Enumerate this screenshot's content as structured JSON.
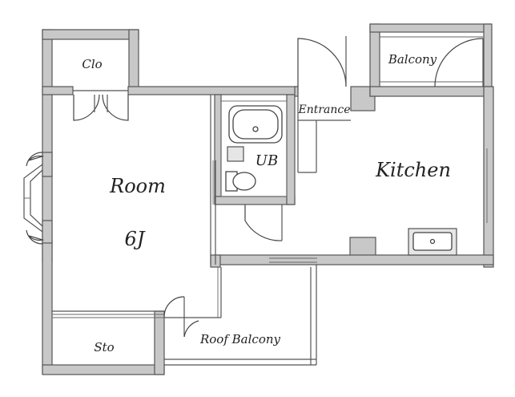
{
  "floorplan": {
    "labels": {
      "closet": "Clo",
      "room": "Room",
      "room_size": "6J",
      "storage": "Sto",
      "roof_balcony": "Roof Balcony",
      "unit_bath": "UB",
      "entrance": "Entrance",
      "balcony": "Balcony",
      "kitchen": "Kitchen"
    },
    "colors": {
      "wall_fill": "#c8c8c8",
      "wall_stroke": "#555555",
      "background": "#ffffff"
    }
  }
}
